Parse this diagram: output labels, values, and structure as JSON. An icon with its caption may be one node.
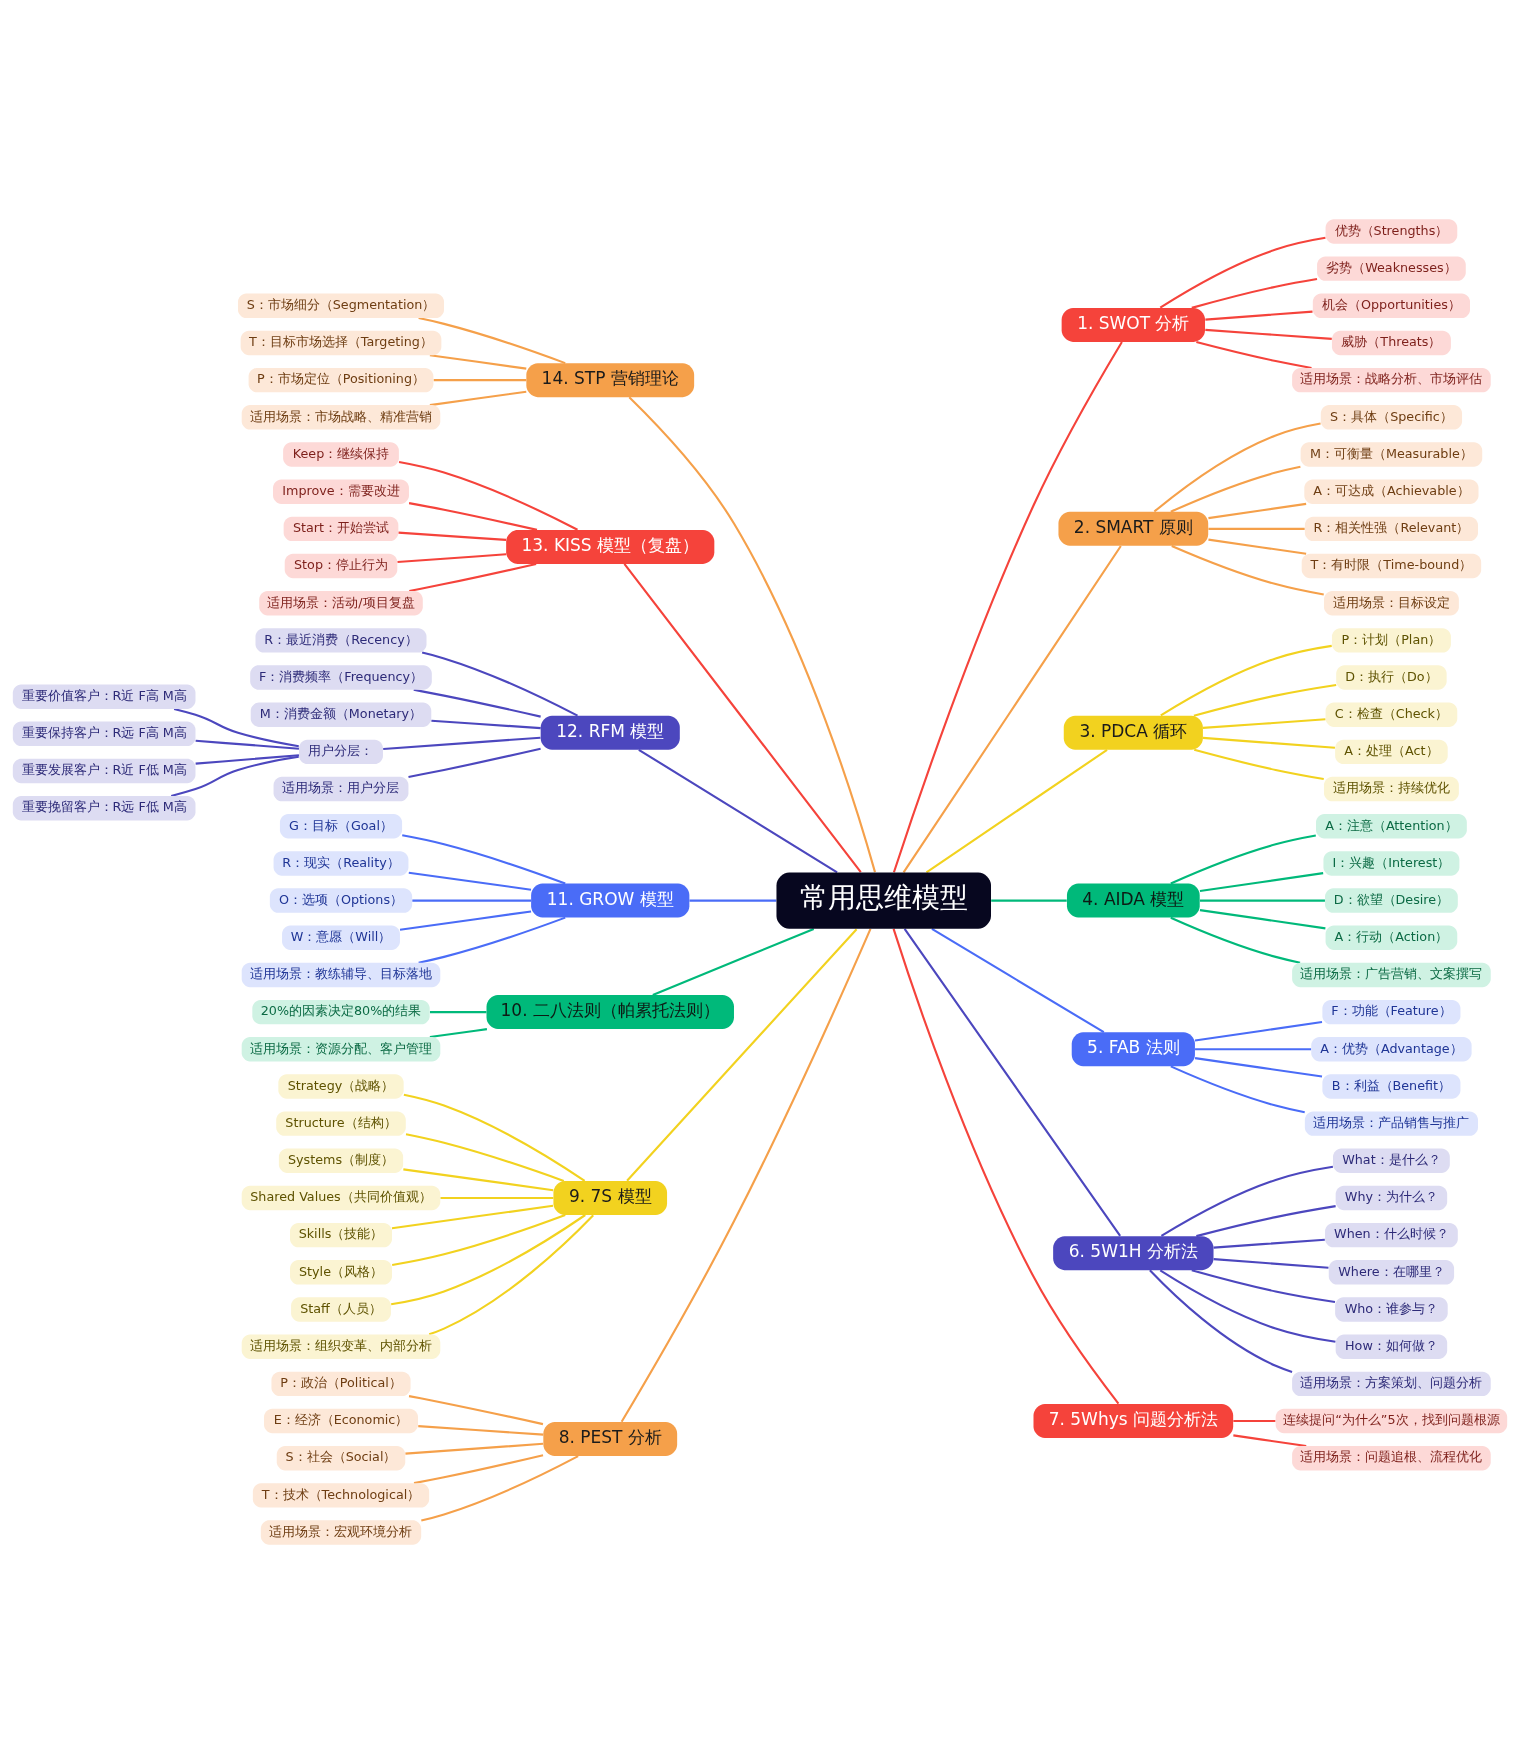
{
  "diagram": {
    "nodes": [
      {
        "text": [
          "常用思维模型"
        ]
      },
      {
        "text": [
          "1. SWOT 分析"
        ]
      },
      {
        "text": [
          "优势（Strengths）"
        ]
      },
      {
        "text": [
          "劣势（Weaknesses）"
        ]
      },
      {
        "text": [
          "机会（Opportunities）"
        ]
      },
      {
        "text": [
          "威胁（Threats）"
        ]
      },
      {
        "text": [
          "适用场景：战略分析、市场评估"
        ]
      },
      {
        "text": [
          "2. SMART 原则"
        ]
      },
      {
        "text": [
          "S：具体（Specific）"
        ]
      },
      {
        "text": [
          "M：可衡量（Measurable）"
        ]
      },
      {
        "text": [
          "A：可达成（Achievable）"
        ]
      },
      {
        "text": [
          "R：相关性强（Relevant）"
        ]
      },
      {
        "text": [
          "T：有时限（Time-bound）"
        ]
      },
      {
        "text": [
          "适用场景：目标设定"
        ]
      },
      {
        "text": [
          "3. PDCA 循环"
        ]
      },
      {
        "text": [
          "P：计划（Plan）"
        ]
      },
      {
        "text": [
          "D：执行（Do）"
        ]
      },
      {
        "text": [
          "C：检查（Check）"
        ]
      },
      {
        "text": [
          "A：处理（Act）"
        ]
      },
      {
        "text": [
          "适用场景：持续优化"
        ]
      },
      {
        "text": [
          "4. AIDA 模型"
        ]
      },
      {
        "text": [
          "A：注意（Attention）"
        ]
      },
      {
        "text": [
          "I：兴趣（Interest）"
        ]
      },
      {
        "text": [
          "D：欲望（Desire）"
        ]
      },
      {
        "text": [
          "A：行动（Action）"
        ]
      },
      {
        "text": [
          "适用场景：广告营销、文案撰写"
        ]
      },
      {
        "text": [
          "5. FAB 法则"
        ]
      },
      {
        "text": [
          "F：功能（Feature）"
        ]
      },
      {
        "text": [
          "A：优势（Advantage）"
        ]
      },
      {
        "text": [
          "B：利益（Benefit）"
        ]
      },
      {
        "text": [
          "适用场景：产品销售与推广"
        ]
      },
      {
        "text": [
          "6. 5W1H 分析法"
        ]
      },
      {
        "text": [
          "What：是什么？"
        ]
      },
      {
        "text": [
          "Why：为什么？"
        ]
      },
      {
        "text": [
          "When：什么时候？"
        ]
      },
      {
        "text": [
          "Where：在哪里？"
        ]
      },
      {
        "text": [
          "Who：谁参与？"
        ]
      },
      {
        "text": [
          "How：如何做？"
        ]
      },
      {
        "text": [
          "适用场景：方案策划、问题分析"
        ]
      },
      {
        "text": [
          "7. 5Whys 问题分析法"
        ]
      },
      {
        "text": [
          "连续提问“为什么”5次，找到问题根源"
        ]
      },
      {
        "text": [
          "适用场景：问题追根、流程优化"
        ]
      },
      {
        "text": [
          "8. PEST 分析"
        ]
      },
      {
        "text": [
          "P：政治（Political）"
        ]
      },
      {
        "text": [
          "E：经济（Economic）"
        ]
      },
      {
        "text": [
          "S：社会（Social）"
        ]
      },
      {
        "text": [
          "T：技术（Technological）"
        ]
      },
      {
        "text": [
          "适用场景：宏观环境分析"
        ]
      },
      {
        "text": [
          "9. 7S 模型"
        ]
      },
      {
        "text": [
          "Strategy（战略）"
        ]
      },
      {
        "text": [
          "Structure（结构）"
        ]
      },
      {
        "text": [
          "Systems（制度）"
        ]
      },
      {
        "text": [
          "Shared Values（共同价值观）"
        ]
      },
      {
        "text": [
          "Skills（技能）"
        ]
      },
      {
        "text": [
          "Style（风格）"
        ]
      },
      {
        "text": [
          "Staff（人员）"
        ]
      },
      {
        "text": [
          "适用场景：组织变革、内部分析"
        ]
      },
      {
        "text": [
          "10. 二八法则（帕累托法则）"
        ]
      },
      {
        "text": [
          "20%的因素决定80%的结果"
        ]
      },
      {
        "text": [
          "适用场景：资源分配、客户管理"
        ]
      },
      {
        "text": [
          "11. GROW 模型"
        ]
      },
      {
        "text": [
          "G：目标（Goal）"
        ]
      },
      {
        "text": [
          "R：现实（Reality）"
        ]
      },
      {
        "text": [
          "O：选项（Options）"
        ]
      },
      {
        "text": [
          "W：意愿（Will）"
        ]
      },
      {
        "text": [
          "适用场景：教练辅导、目标落地"
        ]
      },
      {
        "text": [
          "12. RFM 模型"
        ]
      },
      {
        "text": [
          "R：最近消费（Recency）"
        ]
      },
      {
        "text": [
          "F：消费频率（Frequency）"
        ]
      },
      {
        "text": [
          "M：消费金额（Monetary）"
        ]
      },
      {
        "text": [
          "用户分层："
        ]
      },
      {
        "text": [
          "重要价值客户：R近 F高 M高"
        ]
      },
      {
        "text": [
          "重要保持客户：R远 F高 M高"
        ]
      },
      {
        "text": [
          "重要发展客户：R近 F低 M高"
        ]
      },
      {
        "text": [
          "重要挽留客户：R远 F低 M高"
        ]
      },
      {
        "text": [
          "适用场景：用户分层"
        ]
      },
      {
        "text": [
          "13. KISS 模型（复盘）"
        ]
      },
      {
        "text": [
          "Keep：继续保持"
        ]
      },
      {
        "text": [
          "Improve：需要改进"
        ]
      },
      {
        "text": [
          "Start：开始尝试"
        ]
      },
      {
        "text": [
          "Stop：停止行为"
        ]
      },
      {
        "text": [
          "适用场景：活动/项目复盘"
        ]
      },
      {
        "text": [
          "14. STP 营销理论"
        ]
      },
      {
        "text": [
          "S：市场细分（Segmentation）"
        ]
      },
      {
        "text": [
          "T：目标市场选择（Targeting）"
        ]
      },
      {
        "text": [
          "P：市场定位（Positioning）"
        ]
      },
      {
        "text": [
          "适用场景：市场战略、精准营销"
        ]
      }
    ],
    "edges": [
      {
        "from": 0,
        "to": 1,
        "arrow": "none",
        "color": "#f5433b"
      },
      {
        "from": 1,
        "to": 2,
        "arrow": "none",
        "color": "#f5433b"
      },
      {
        "from": 1,
        "to": 3,
        "arrow": "none",
        "color": "#f5433b"
      },
      {
        "from": 1,
        "to": 4,
        "arrow": "none",
        "color": "#f5433b"
      },
      {
        "from": 1,
        "to": 5,
        "arrow": "none",
        "color": "#f5433b"
      },
      {
        "from": 1,
        "to": 6,
        "arrow": "none",
        "color": "#f5433b"
      },
      {
        "from": 0,
        "to": 7,
        "arrow": "none",
        "color": "#f5a04a"
      },
      {
        "from": 7,
        "to": 8,
        "arrow": "none",
        "color": "#f5a04a"
      },
      {
        "from": 7,
        "to": 9,
        "arrow": "none",
        "color": "#f5a04a"
      },
      {
        "from": 7,
        "to": 10,
        "arrow": "none",
        "color": "#f5a04a"
      },
      {
        "from": 7,
        "to": 11,
        "arrow": "none",
        "color": "#f5a04a"
      },
      {
        "from": 7,
        "to": 12,
        "arrow": "none",
        "color": "#f5a04a"
      },
      {
        "from": 7,
        "to": 13,
        "arrow": "none",
        "color": "#f5a04a"
      },
      {
        "from": 0,
        "to": 14,
        "arrow": "none",
        "color": "#f2d21f"
      },
      {
        "from": 14,
        "to": 15,
        "arrow": "none",
        "color": "#f2d21f"
      },
      {
        "from": 14,
        "to": 16,
        "arrow": "none",
        "color": "#f2d21f"
      },
      {
        "from": 14,
        "to": 17,
        "arrow": "none",
        "color": "#f2d21f"
      },
      {
        "from": 14,
        "to": 18,
        "arrow": "none",
        "color": "#f2d21f"
      },
      {
        "from": 14,
        "to": 19,
        "arrow": "none",
        "color": "#f2d21f"
      },
      {
        "from": 0,
        "to": 20,
        "arrow": "none",
        "color": "#00b97a"
      },
      {
        "from": 20,
        "to": 21,
        "arrow": "none",
        "color": "#00b97a"
      },
      {
        "from": 20,
        "to": 22,
        "arrow": "none",
        "color": "#00b97a"
      },
      {
        "from": 20,
        "to": 23,
        "arrow": "none",
        "color": "#00b97a"
      },
      {
        "from": 20,
        "to": 24,
        "arrow": "none",
        "color": "#00b97a"
      },
      {
        "from": 20,
        "to": 25,
        "arrow": "none",
        "color": "#00b97a"
      },
      {
        "from": 0,
        "to": 26,
        "arrow": "none",
        "color": "#4a6cf7"
      },
      {
        "from": 26,
        "to": 27,
        "arrow": "none",
        "color": "#4a6cf7"
      },
      {
        "from": 26,
        "to": 28,
        "arrow": "none",
        "color": "#4a6cf7"
      },
      {
        "from": 26,
        "to": 29,
        "arrow": "none",
        "color": "#4a6cf7"
      },
      {
        "from": 26,
        "to": 30,
        "arrow": "none",
        "color": "#4a6cf7"
      },
      {
        "from": 0,
        "to": 31,
        "arrow": "none",
        "color": "#4c47be"
      },
      {
        "from": 31,
        "to": 32,
        "arrow": "none",
        "color": "#4c47be"
      },
      {
        "from": 31,
        "to": 33,
        "arrow": "none",
        "color": "#4c47be"
      },
      {
        "from": 31,
        "to": 34,
        "arrow": "none",
        "color": "#4c47be"
      },
      {
        "from": 31,
        "to": 35,
        "arrow": "none",
        "color": "#4c47be"
      },
      {
        "from": 31,
        "to": 36,
        "arrow": "none",
        "color": "#4c47be"
      },
      {
        "from": 31,
        "to": 37,
        "arrow": "none",
        "color": "#4c47be"
      },
      {
        "from": 31,
        "to": 38,
        "arrow": "none",
        "color": "#4c47be"
      },
      {
        "from": 0,
        "to": 39,
        "arrow": "none",
        "color": "#f5433b"
      },
      {
        "from": 39,
        "to": 40,
        "arrow": "none",
        "color": "#f5433b"
      },
      {
        "from": 39,
        "to": 41,
        "arrow": "none",
        "color": "#f5433b"
      },
      {
        "from": 0,
        "to": 42,
        "arrow": "none",
        "color": "#f5a04a"
      },
      {
        "from": 42,
        "to": 43,
        "arrow": "none",
        "color": "#f5a04a"
      },
      {
        "from": 42,
        "to": 44,
        "arrow": "none",
        "color": "#f5a04a"
      },
      {
        "from": 42,
        "to": 45,
        "arrow": "none",
        "color": "#f5a04a"
      },
      {
        "from": 42,
        "to": 46,
        "arrow": "none",
        "color": "#f5a04a"
      },
      {
        "from": 42,
        "to": 47,
        "arrow": "none",
        "color": "#f5a04a"
      },
      {
        "from": 0,
        "to": 48,
        "arrow": "none",
        "color": "#f2d21f"
      },
      {
        "from": 48,
        "to": 49,
        "arrow": "none",
        "color": "#f2d21f"
      },
      {
        "from": 48,
        "to": 50,
        "arrow": "none",
        "color": "#f2d21f"
      },
      {
        "from": 48,
        "to": 51,
        "arrow": "none",
        "color": "#f2d21f"
      },
      {
        "from": 48,
        "to": 52,
        "arrow": "none",
        "color": "#f2d21f"
      },
      {
        "from": 48,
        "to": 53,
        "arrow": "none",
        "color": "#f2d21f"
      },
      {
        "from": 48,
        "to": 54,
        "arrow": "none",
        "color": "#f2d21f"
      },
      {
        "from": 48,
        "to": 55,
        "arrow": "none",
        "color": "#f2d21f"
      },
      {
        "from": 48,
        "to": 56,
        "arrow": "none",
        "color": "#f2d21f"
      },
      {
        "from": 0,
        "to": 57,
        "arrow": "none",
        "color": "#00b97a"
      },
      {
        "from": 57,
        "to": 58,
        "arrow": "none",
        "color": "#00b97a"
      },
      {
        "from": 57,
        "to": 59,
        "arrow": "none",
        "color": "#00b97a"
      },
      {
        "from": 0,
        "to": 60,
        "arrow": "none",
        "color": "#4a6cf7"
      },
      {
        "from": 60,
        "to": 61,
        "arrow": "none",
        "color": "#4a6cf7"
      },
      {
        "from": 60,
        "to": 62,
        "arrow": "none",
        "color": "#4a6cf7"
      },
      {
        "from": 60,
        "to": 63,
        "arrow": "none",
        "color": "#4a6cf7"
      },
      {
        "from": 60,
        "to": 64,
        "arrow": "none",
        "color": "#4a6cf7"
      },
      {
        "from": 60,
        "to": 65,
        "arrow": "none",
        "color": "#4a6cf7"
      },
      {
        "from": 0,
        "to": 66,
        "arrow": "none",
        "color": "#4c47be"
      },
      {
        "from": 66,
        "to": 67,
        "arrow": "none",
        "color": "#4c47be"
      },
      {
        "from": 66,
        "to": 68,
        "arrow": "none",
        "color": "#4c47be"
      },
      {
        "from": 66,
        "to": 69,
        "arrow": "none",
        "color": "#4c47be"
      },
      {
        "from": 66,
        "to": 70,
        "arrow": "none",
        "color": "#4c47be"
      },
      {
        "from": 70,
        "to": 71,
        "arrow": "none",
        "color": "#4c47be"
      },
      {
        "from": 70,
        "to": 72,
        "arrow": "none",
        "color": "#4c47be"
      },
      {
        "from": 70,
        "to": 73,
        "arrow": "none",
        "color": "#4c47be"
      },
      {
        "from": 70,
        "to": 74,
        "arrow": "none",
        "color": "#4c47be"
      },
      {
        "from": 66,
        "to": 75,
        "arrow": "none",
        "color": "#4c47be"
      },
      {
        "from": 0,
        "to": 76,
        "arrow": "none",
        "color": "#f5433b"
      },
      {
        "from": 76,
        "to": 77,
        "arrow": "none",
        "color": "#f5433b"
      },
      {
        "from": 76,
        "to": 78,
        "arrow": "none",
        "color": "#f5433b"
      },
      {
        "from": 76,
        "to": 79,
        "arrow": "none",
        "color": "#f5433b"
      },
      {
        "from": 76,
        "to": 80,
        "arrow": "none",
        "color": "#f5433b"
      },
      {
        "from": 76,
        "to": 81,
        "arrow": "none",
        "color": "#f5433b"
      },
      {
        "from": 0,
        "to": 82,
        "arrow": "none",
        "color": "#f5a04a"
      },
      {
        "from": 82,
        "to": 83,
        "arrow": "none",
        "color": "#f5a04a"
      },
      {
        "from": 82,
        "to": 84,
        "arrow": "none",
        "color": "#f5a04a"
      },
      {
        "from": 82,
        "to": 85,
        "arrow": "none",
        "color": "#f5a04a"
      },
      {
        "from": 82,
        "to": 86,
        "arrow": "none",
        "color": "#f5a04a"
      }
    ]
  }
}
